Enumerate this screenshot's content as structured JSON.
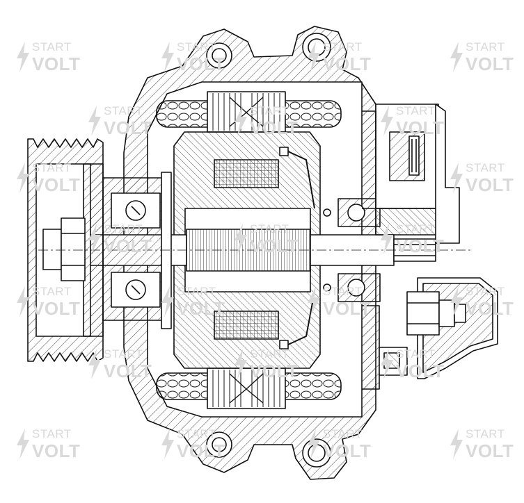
{
  "watermark": {
    "line1": "START",
    "line2": "VOLT",
    "color": "#d9d9d9"
  },
  "drawing": {
    "subject": "alternator cross-section",
    "parts": [
      "pulley",
      "nut",
      "front-bearing",
      "housing",
      "stator-winding",
      "rotor-field-coil",
      "rotor-shaft",
      "rear-bearing",
      "slip-rings",
      "brush-holder",
      "rectifier",
      "terminal-bolt",
      "mounting-ear"
    ]
  }
}
